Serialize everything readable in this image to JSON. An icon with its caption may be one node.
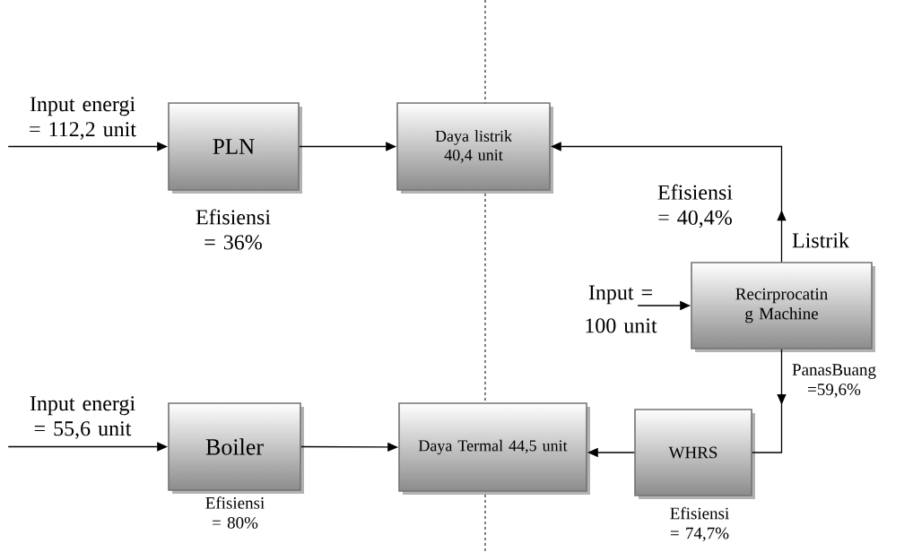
{
  "diagram": {
    "nodes": [
      {
        "text": [
          "PLN"
        ],
        "beside": [
          "Efisiensi = 36%"
        ]
      },
      {
        "text": [
          "Daya listrik 40,4 unit"
        ]
      },
      {
        "text": [
          "Recirprocatin g Machine"
        ]
      },
      {
        "text": [
          "Boiler"
        ],
        "beside": [
          "Efisiensi = 80%"
        ]
      },
      {
        "text": [
          "Daya Termal 44,5 unit"
        ]
      },
      {
        "text": [
          "WHRS"
        ],
        "beside": [
          "Efisiensi = 74,7%"
        ]
      }
    ],
    "edges": [
      {
        "from": null,
        "to": 0,
        "arrow": "to",
        "label": "Input energi = 112,2 unit"
      },
      {
        "from": 0,
        "to": 1,
        "arrow": "to"
      },
      {
        "from": 2,
        "to": 1,
        "arrow": "to",
        "label": "Listrik"
      },
      {
        "from": null,
        "to": 2,
        "arrow": "to",
        "label": "Input = 100 unit"
      },
      {
        "from": null,
        "to": 3,
        "arrow": "to",
        "label": "Input energi = 55,6 unit"
      },
      {
        "from": 3,
        "to": 4,
        "arrow": "to"
      },
      {
        "from": 2,
        "to": 5,
        "arrow": "to",
        "label": "PanasBuang =59,6%"
      },
      {
        "from": 5,
        "to": 4,
        "arrow": "to"
      }
    ],
    "labels": [
      "Efisiensi = 40,4%"
    ]
  }
}
